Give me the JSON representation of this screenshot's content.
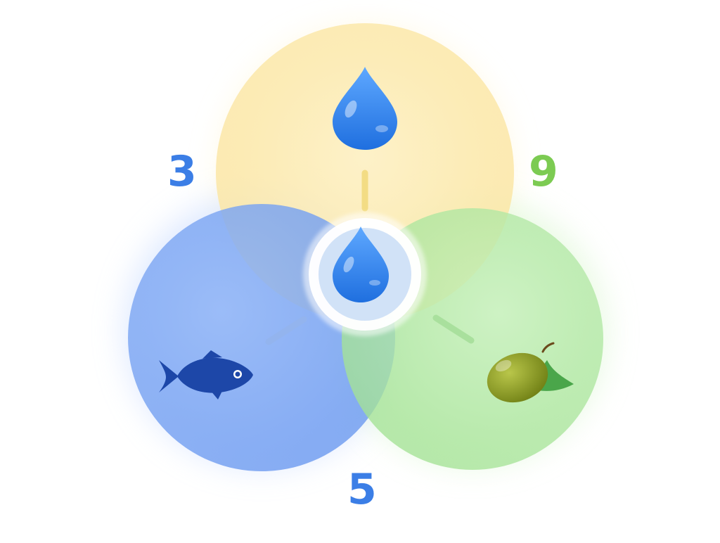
{
  "colors": {
    "yellow_circle": "#fbe7a6",
    "blue_circle": "#7ba4f3",
    "green_circle": "#a9e59a",
    "drop_blue": "#2f7be6",
    "fish_navy": "#1d47a8",
    "olive_green": "#8fa12a",
    "leaf_green": "#4aa64a",
    "number_blue": "#3b7ee6",
    "number_green": "#7ccb52"
  },
  "labels": {
    "left_number": "3",
    "right_number": "9",
    "bottom_number": "5"
  },
  "icons": {
    "top": "water-drop-icon",
    "center": "water-drop-icon",
    "left": "fish-icon",
    "right": "olive-icon"
  }
}
